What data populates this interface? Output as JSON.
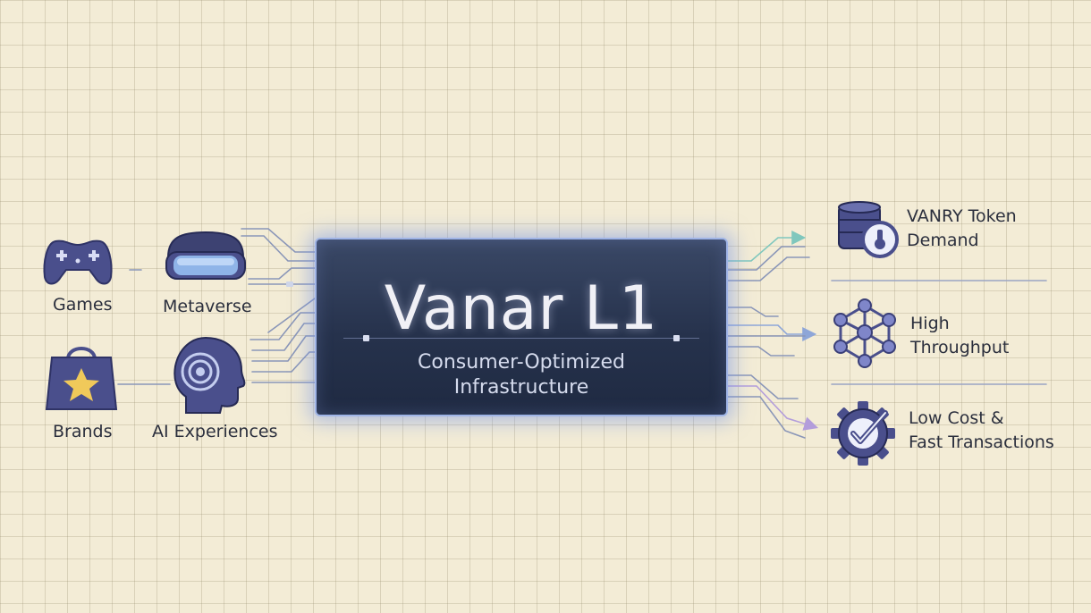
{
  "center": {
    "title": "Vanar L1",
    "subtitle_line1": "Consumer-Optimized",
    "subtitle_line2": "Infrastructure"
  },
  "inputs": [
    {
      "label": "Games",
      "icon": "gamepad-icon"
    },
    {
      "label": "Metaverse",
      "icon": "vr-headset-icon"
    },
    {
      "label": "Brands",
      "icon": "shopping-bag-star-icon"
    },
    {
      "label": "AI Experiences",
      "icon": "ai-head-icon"
    }
  ],
  "outputs": [
    {
      "line1": "VANRY Token",
      "line2": "Demand",
      "icon": "token-coins-icon"
    },
    {
      "line1": "High",
      "line2": "Throughput",
      "icon": "network-nodes-icon"
    },
    {
      "line1": "Low Cost &",
      "line2": "Fast Transactions",
      "icon": "gear-checkmark-icon"
    }
  ],
  "colors": {
    "background": "#f3ecd6",
    "core": "#26324c",
    "core_glow": "#9fb4e6",
    "icon_primary": "#4a4f8c",
    "arrow_teal": "#7fc7bd",
    "arrow_blue": "#8ea6d8",
    "arrow_violet": "#b39ddb"
  }
}
